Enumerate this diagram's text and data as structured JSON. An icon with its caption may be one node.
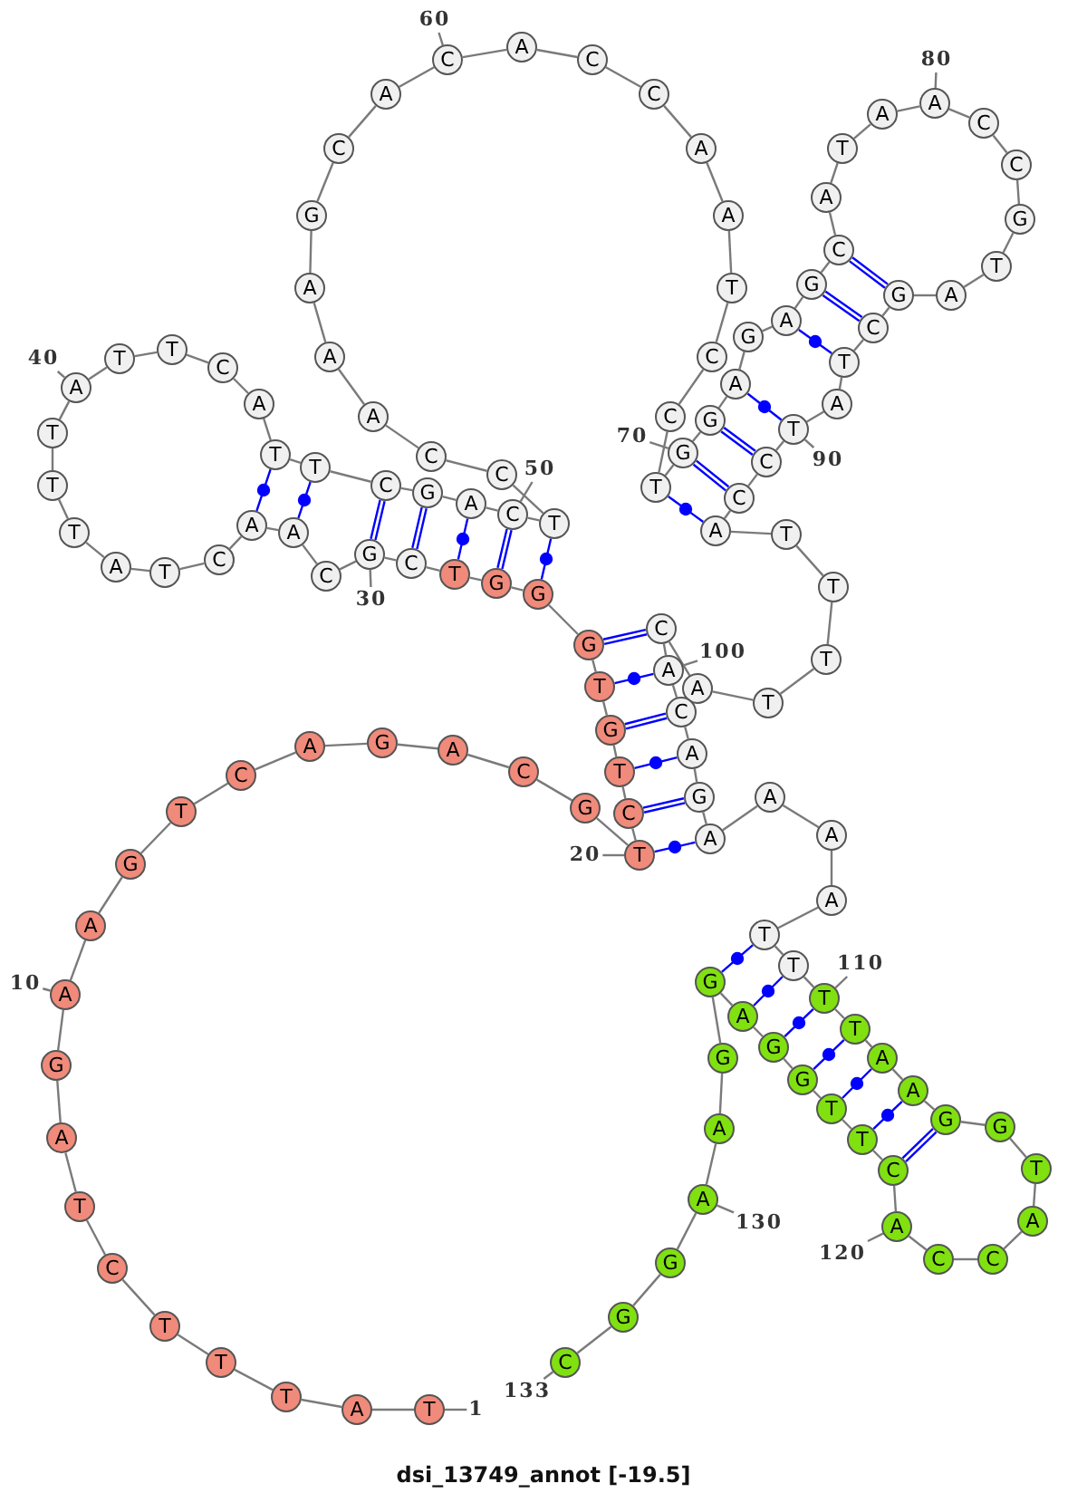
{
  "diagram": {
    "caption": "dsi_13749_annot [-19.5]",
    "nodes": [
      {
        "text": [
          "T"
        ]
      },
      {
        "text": [
          "A"
        ]
      },
      {
        "text": [
          "T"
        ]
      },
      {
        "text": [
          "T"
        ]
      },
      {
        "text": [
          "T"
        ]
      },
      {
        "text": [
          "C"
        ]
      },
      {
        "text": [
          "T"
        ]
      },
      {
        "text": [
          "A"
        ]
      },
      {
        "text": [
          "G"
        ]
      },
      {
        "text": [
          "A"
        ]
      },
      {
        "text": [
          "A"
        ]
      },
      {
        "text": [
          "G"
        ]
      },
      {
        "text": [
          "T"
        ]
      },
      {
        "text": [
          "C"
        ]
      },
      {
        "text": [
          "A"
        ]
      },
      {
        "text": [
          "G"
        ]
      },
      {
        "text": [
          "A"
        ]
      },
      {
        "text": [
          "C"
        ]
      },
      {
        "text": [
          "G"
        ]
      },
      {
        "text": [
          "T"
        ]
      },
      {
        "text": [
          "C"
        ]
      },
      {
        "text": [
          "T"
        ]
      },
      {
        "text": [
          "G"
        ]
      },
      {
        "text": [
          "T"
        ]
      },
      {
        "text": [
          "G"
        ]
      },
      {
        "text": [
          "G"
        ]
      },
      {
        "text": [
          "G"
        ]
      },
      {
        "text": [
          "T"
        ]
      },
      {
        "text": [
          "C"
        ]
      },
      {
        "text": [
          "G"
        ]
      },
      {
        "text": [
          "C"
        ]
      },
      {
        "text": [
          "A"
        ]
      },
      {
        "text": [
          "A"
        ]
      },
      {
        "text": [
          "C"
        ]
      },
      {
        "text": [
          "T"
        ]
      },
      {
        "text": [
          "A"
        ]
      },
      {
        "text": [
          "T"
        ]
      },
      {
        "text": [
          "T"
        ]
      },
      {
        "text": [
          "T"
        ]
      },
      {
        "text": [
          "A"
        ]
      },
      {
        "text": [
          "T"
        ]
      },
      {
        "text": [
          "T"
        ]
      },
      {
        "text": [
          "C"
        ]
      },
      {
        "text": [
          "A"
        ]
      },
      {
        "text": [
          "T"
        ]
      },
      {
        "text": [
          "T"
        ]
      },
      {
        "text": [
          "C"
        ]
      },
      {
        "text": [
          "G"
        ]
      },
      {
        "text": [
          "A"
        ]
      },
      {
        "text": [
          "C"
        ]
      },
      {
        "text": [
          "T"
        ]
      },
      {
        "text": [
          "C"
        ]
      },
      {
        "text": [
          "C"
        ]
      },
      {
        "text": [
          "A"
        ]
      },
      {
        "text": [
          "A"
        ]
      },
      {
        "text": [
          "A"
        ]
      },
      {
        "text": [
          "G"
        ]
      },
      {
        "text": [
          "C"
        ]
      },
      {
        "text": [
          "A"
        ]
      },
      {
        "text": [
          "C"
        ]
      },
      {
        "text": [
          "A"
        ]
      },
      {
        "text": [
          "C"
        ]
      },
      {
        "text": [
          "C"
        ]
      },
      {
        "text": [
          "A"
        ]
      },
      {
        "text": [
          "A"
        ]
      },
      {
        "text": [
          "T"
        ]
      },
      {
        "text": [
          "C"
        ]
      },
      {
        "text": [
          "C"
        ]
      },
      {
        "text": [
          "T"
        ]
      },
      {
        "text": [
          "G"
        ]
      },
      {
        "text": [
          "G"
        ]
      },
      {
        "text": [
          "A"
        ]
      },
      {
        "text": [
          "G"
        ]
      },
      {
        "text": [
          "A"
        ]
      },
      {
        "text": [
          "G"
        ]
      },
      {
        "text": [
          "C"
        ]
      },
      {
        "text": [
          "A"
        ]
      },
      {
        "text": [
          "T"
        ]
      },
      {
        "text": [
          "A"
        ]
      },
      {
        "text": [
          "A"
        ]
      },
      {
        "text": [
          "C"
        ]
      },
      {
        "text": [
          "C"
        ]
      },
      {
        "text": [
          "G"
        ]
      },
      {
        "text": [
          "T"
        ]
      },
      {
        "text": [
          "A"
        ]
      },
      {
        "text": [
          "G"
        ]
      },
      {
        "text": [
          "C"
        ]
      },
      {
        "text": [
          "T"
        ]
      },
      {
        "text": [
          "A"
        ]
      },
      {
        "text": [
          "T"
        ]
      },
      {
        "text": [
          "C"
        ]
      },
      {
        "text": [
          "C"
        ]
      },
      {
        "text": [
          "A"
        ]
      },
      {
        "text": [
          "T"
        ]
      },
      {
        "text": [
          "T"
        ]
      },
      {
        "text": [
          "T"
        ]
      },
      {
        "text": [
          "T"
        ]
      },
      {
        "text": [
          "A"
        ]
      },
      {
        "text": [
          "C"
        ]
      },
      {
        "text": [
          "A"
        ]
      },
      {
        "text": [
          "C"
        ]
      },
      {
        "text": [
          "A"
        ]
      },
      {
        "text": [
          "G"
        ]
      },
      {
        "text": [
          "A"
        ]
      },
      {
        "text": [
          "A"
        ]
      },
      {
        "text": [
          "A"
        ]
      },
      {
        "text": [
          "A"
        ]
      },
      {
        "text": [
          "T"
        ]
      },
      {
        "text": [
          "T"
        ]
      },
      {
        "text": [
          "T"
        ]
      },
      {
        "text": [
          "T"
        ]
      },
      {
        "text": [
          "A"
        ]
      },
      {
        "text": [
          "A"
        ]
      },
      {
        "text": [
          "G"
        ]
      },
      {
        "text": [
          "G"
        ]
      },
      {
        "text": [
          "T"
        ]
      },
      {
        "text": [
          "A"
        ]
      },
      {
        "text": [
          "C"
        ]
      },
      {
        "text": [
          "C"
        ]
      },
      {
        "text": [
          "A"
        ]
      },
      {
        "text": [
          "C"
        ]
      },
      {
        "text": [
          "T"
        ]
      },
      {
        "text": [
          "T"
        ]
      },
      {
        "text": [
          "G"
        ]
      },
      {
        "text": [
          "G"
        ]
      },
      {
        "text": [
          "A"
        ]
      },
      {
        "text": [
          "G"
        ]
      },
      {
        "text": [
          "G"
        ]
      },
      {
        "text": [
          "A"
        ]
      },
      {
        "text": [
          "A"
        ]
      },
      {
        "text": [
          "G"
        ]
      },
      {
        "text": [
          "G"
        ]
      },
      {
        "text": [
          "C"
        ]
      },
      {
        "text": [
          "1"
        ]
      },
      {
        "text": [
          "10"
        ]
      },
      {
        "text": [
          "20"
        ]
      },
      {
        "text": [
          "30"
        ]
      },
      {
        "text": [
          "40"
        ]
      },
      {
        "text": [
          "50"
        ]
      },
      {
        "text": [
          "60"
        ]
      },
      {
        "text": [
          "70"
        ]
      },
      {
        "text": [
          "80"
        ]
      },
      {
        "text": [
          "90"
        ]
      },
      {
        "text": [
          "100"
        ]
      },
      {
        "text": [
          "110"
        ]
      },
      {
        "text": [
          "120"
        ]
      },
      {
        "text": [
          "130"
        ]
      },
      {
        "text": [
          "133"
        ]
      }
    ],
    "edges": [
      {
        "from": 0,
        "to": 1,
        "arrow": "none"
      },
      {
        "from": 1,
        "to": 2,
        "arrow": "none"
      },
      {
        "from": 2,
        "to": 3,
        "arrow": "none"
      },
      {
        "from": 3,
        "to": 4,
        "arrow": "none"
      },
      {
        "from": 4,
        "to": 5,
        "arrow": "none"
      },
      {
        "from": 5,
        "to": 6,
        "arrow": "none"
      },
      {
        "from": 6,
        "to": 7,
        "arrow": "none"
      },
      {
        "from": 7,
        "to": 8,
        "arrow": "none"
      },
      {
        "from": 8,
        "to": 9,
        "arrow": "none"
      },
      {
        "from": 9,
        "to": 10,
        "arrow": "none"
      },
      {
        "from": 10,
        "to": 11,
        "arrow": "none"
      },
      {
        "from": 11,
        "to": 12,
        "arrow": "none"
      },
      {
        "from": 12,
        "to": 13,
        "arrow": "none"
      },
      {
        "from": 13,
        "to": 14,
        "arrow": "none"
      },
      {
        "from": 14,
        "to": 15,
        "arrow": "none"
      },
      {
        "from": 15,
        "to": 16,
        "arrow": "none"
      },
      {
        "from": 16,
        "to": 17,
        "arrow": "none"
      },
      {
        "from": 17,
        "to": 18,
        "arrow": "none"
      },
      {
        "from": 18,
        "to": 19,
        "arrow": "none"
      },
      {
        "from": 19,
        "to": 20,
        "arrow": "none"
      },
      {
        "from": 20,
        "to": 21,
        "arrow": "none"
      },
      {
        "from": 21,
        "to": 22,
        "arrow": "none"
      },
      {
        "from": 22,
        "to": 23,
        "arrow": "none"
      },
      {
        "from": 23,
        "to": 24,
        "arrow": "none"
      },
      {
        "from": 24,
        "to": 25,
        "arrow": "none"
      },
      {
        "from": 25,
        "to": 26,
        "arrow": "none"
      },
      {
        "from": 26,
        "to": 27,
        "arrow": "none"
      },
      {
        "from": 27,
        "to": 28,
        "arrow": "none"
      },
      {
        "from": 28,
        "to": 29,
        "arrow": "none"
      },
      {
        "from": 29,
        "to": 30,
        "arrow": "none"
      },
      {
        "from": 30,
        "to": 31,
        "arrow": "none"
      },
      {
        "from": 31,
        "to": 32,
        "arrow": "none"
      },
      {
        "from": 32,
        "to": 33,
        "arrow": "none"
      },
      {
        "from": 33,
        "to": 34,
        "arrow": "none"
      },
      {
        "from": 34,
        "to": 35,
        "arrow": "none"
      },
      {
        "from": 35,
        "to": 36,
        "arrow": "none"
      },
      {
        "from": 36,
        "to": 37,
        "arrow": "none"
      },
      {
        "from": 37,
        "to": 38,
        "arrow": "none"
      },
      {
        "from": 38,
        "to": 39,
        "arrow": "none"
      },
      {
        "from": 39,
        "to": 40,
        "arrow": "none"
      },
      {
        "from": 40,
        "to": 41,
        "arrow": "none"
      },
      {
        "from": 41,
        "to": 42,
        "arrow": "none"
      },
      {
        "from": 42,
        "to": 43,
        "arrow": "none"
      },
      {
        "from": 43,
        "to": 44,
        "arrow": "none"
      },
      {
        "from": 44,
        "to": 45,
        "arrow": "none"
      },
      {
        "from": 45,
        "to": 46,
        "arrow": "none"
      },
      {
        "from": 46,
        "to": 47,
        "arrow": "none"
      },
      {
        "from": 47,
        "to": 48,
        "arrow": "none"
      },
      {
        "from": 48,
        "to": 49,
        "arrow": "none"
      },
      {
        "from": 49,
        "to": 50,
        "arrow": "none"
      },
      {
        "from": 50,
        "to": 51,
        "arrow": "none"
      },
      {
        "from": 51,
        "to": 52,
        "arrow": "none"
      },
      {
        "from": 52,
        "to": 53,
        "arrow": "none"
      },
      {
        "from": 53,
        "to": 54,
        "arrow": "none"
      },
      {
        "from": 54,
        "to": 55,
        "arrow": "none"
      },
      {
        "from": 55,
        "to": 56,
        "arrow": "none"
      },
      {
        "from": 56,
        "to": 57,
        "arrow": "none"
      },
      {
        "from": 57,
        "to": 58,
        "arrow": "none"
      },
      {
        "from": 58,
        "to": 59,
        "arrow": "none"
      },
      {
        "from": 59,
        "to": 60,
        "arrow": "none"
      },
      {
        "from": 60,
        "to": 61,
        "arrow": "none"
      },
      {
        "from": 61,
        "to": 62,
        "arrow": "none"
      },
      {
        "from": 62,
        "to": 63,
        "arrow": "none"
      },
      {
        "from": 63,
        "to": 64,
        "arrow": "none"
      },
      {
        "from": 64,
        "to": 65,
        "arrow": "none"
      },
      {
        "from": 65,
        "to": 66,
        "arrow": "none"
      },
      {
        "from": 66,
        "to": 67,
        "arrow": "none"
      },
      {
        "from": 67,
        "to": 68,
        "arrow": "none"
      },
      {
        "from": 68,
        "to": 69,
        "arrow": "none"
      },
      {
        "from": 69,
        "to": 70,
        "arrow": "none"
      },
      {
        "from": 70,
        "to": 71,
        "arrow": "none"
      },
      {
        "from": 71,
        "to": 72,
        "arrow": "none"
      },
      {
        "from": 72,
        "to": 73,
        "arrow": "none"
      },
      {
        "from": 73,
        "to": 74,
        "arrow": "none"
      },
      {
        "from": 74,
        "to": 75,
        "arrow": "none"
      },
      {
        "from": 75,
        "to": 76,
        "arrow": "none"
      },
      {
        "from": 76,
        "to": 77,
        "arrow": "none"
      },
      {
        "from": 77,
        "to": 78,
        "arrow": "none"
      },
      {
        "from": 78,
        "to": 79,
        "arrow": "none"
      },
      {
        "from": 79,
        "to": 80,
        "arrow": "none"
      },
      {
        "from": 80,
        "to": 81,
        "arrow": "none"
      },
      {
        "from": 81,
        "to": 82,
        "arrow": "none"
      },
      {
        "from": 82,
        "to": 83,
        "arrow": "none"
      },
      {
        "from": 83,
        "to": 84,
        "arrow": "none"
      },
      {
        "from": 84,
        "to": 85,
        "arrow": "none"
      },
      {
        "from": 85,
        "to": 86,
        "arrow": "none"
      },
      {
        "from": 86,
        "to": 87,
        "arrow": "none"
      },
      {
        "from": 87,
        "to": 88,
        "arrow": "none"
      },
      {
        "from": 88,
        "to": 89,
        "arrow": "none"
      },
      {
        "from": 89,
        "to": 90,
        "arrow": "none"
      },
      {
        "from": 90,
        "to": 91,
        "arrow": "none"
      },
      {
        "from": 91,
        "to": 92,
        "arrow": "none"
      },
      {
        "from": 92,
        "to": 93,
        "arrow": "none"
      },
      {
        "from": 93,
        "to": 94,
        "arrow": "none"
      },
      {
        "from": 94,
        "to": 95,
        "arrow": "none"
      },
      {
        "from": 95,
        "to": 96,
        "arrow": "none"
      },
      {
        "from": 96,
        "to": 97,
        "arrow": "none"
      },
      {
        "from": 97,
        "to": 98,
        "arrow": "none"
      },
      {
        "from": 98,
        "to": 99,
        "arrow": "none"
      },
      {
        "from": 99,
        "to": 100,
        "arrow": "none"
      },
      {
        "from": 100,
        "to": 101,
        "arrow": "none"
      },
      {
        "from": 101,
        "to": 102,
        "arrow": "none"
      },
      {
        "from": 102,
        "to": 103,
        "arrow": "none"
      },
      {
        "from": 103,
        "to": 104,
        "arrow": "none"
      },
      {
        "from": 104,
        "to": 105,
        "arrow": "none"
      },
      {
        "from": 105,
        "to": 106,
        "arrow": "none"
      },
      {
        "from": 106,
        "to": 107,
        "arrow": "none"
      },
      {
        "from": 107,
        "to": 108,
        "arrow": "none"
      },
      {
        "from": 108,
        "to": 109,
        "arrow": "none"
      },
      {
        "from": 109,
        "to": 110,
        "arrow": "none"
      },
      {
        "from": 110,
        "to": 111,
        "arrow": "none"
      },
      {
        "from": 111,
        "to": 112,
        "arrow": "none"
      },
      {
        "from": 112,
        "to": 113,
        "arrow": "none"
      },
      {
        "from": 113,
        "to": 114,
        "arrow": "none"
      },
      {
        "from": 114,
        "to": 115,
        "arrow": "none"
      },
      {
        "from": 115,
        "to": 116,
        "arrow": "none"
      },
      {
        "from": 116,
        "to": 117,
        "arrow": "none"
      },
      {
        "from": 117,
        "to": 118,
        "arrow": "none"
      },
      {
        "from": 118,
        "to": 119,
        "arrow": "none"
      },
      {
        "from": 119,
        "to": 120,
        "arrow": "none"
      },
      {
        "from": 120,
        "to": 121,
        "arrow": "none"
      },
      {
        "from": 121,
        "to": 122,
        "arrow": "none"
      },
      {
        "from": 122,
        "to": 123,
        "arrow": "none"
      },
      {
        "from": 123,
        "to": 124,
        "arrow": "none"
      },
      {
        "from": 124,
        "to": 125,
        "arrow": "none"
      },
      {
        "from": 125,
        "to": 126,
        "arrow": "none"
      },
      {
        "from": 126,
        "to": 127,
        "arrow": "none"
      },
      {
        "from": 127,
        "to": 128,
        "arrow": "none"
      },
      {
        "from": 128,
        "to": 129,
        "arrow": "none"
      },
      {
        "from": 129,
        "to": 130,
        "arrow": "none"
      },
      {
        "from": 130,
        "to": 131,
        "arrow": "none"
      },
      {
        "from": 131,
        "to": 132,
        "arrow": "none"
      },
      {
        "from": 19,
        "to": 103,
        "arrow": "none",
        "color": "#0000ff"
      },
      {
        "from": 20,
        "to": 102,
        "arrow": "none",
        "style": "thick",
        "color": "#0000ff"
      },
      {
        "from": 21,
        "to": 101,
        "arrow": "none",
        "color": "#0000ff"
      },
      {
        "from": 22,
        "to": 100,
        "arrow": "none",
        "style": "thick",
        "color": "#0000ff"
      },
      {
        "from": 23,
        "to": 99,
        "arrow": "none",
        "color": "#0000ff"
      },
      {
        "from": 24,
        "to": 98,
        "arrow": "none",
        "style": "thick",
        "color": "#0000ff"
      },
      {
        "from": 25,
        "to": 50,
        "arrow": "none",
        "color": "#0000ff"
      },
      {
        "from": 26,
        "to": 49,
        "arrow": "none",
        "style": "thick",
        "color": "#0000ff"
      },
      {
        "from": 27,
        "to": 48,
        "arrow": "none",
        "color": "#0000ff"
      },
      {
        "from": 28,
        "to": 47,
        "arrow": "none",
        "style": "thick",
        "color": "#0000ff"
      },
      {
        "from": 29,
        "to": 46,
        "arrow": "none",
        "style": "thick",
        "color": "#0000ff"
      },
      {
        "from": 31,
        "to": 45,
        "arrow": "none",
        "color": "#0000ff"
      },
      {
        "from": 32,
        "to": 44,
        "arrow": "none",
        "color": "#0000ff"
      },
      {
        "from": 68,
        "to": 92,
        "arrow": "none",
        "color": "#0000ff"
      },
      {
        "from": 69,
        "to": 91,
        "arrow": "none",
        "style": "thick",
        "color": "#0000ff"
      },
      {
        "from": 70,
        "to": 90,
        "arrow": "none",
        "style": "thick",
        "color": "#0000ff"
      },
      {
        "from": 71,
        "to": 89,
        "arrow": "none",
        "color": "#0000ff"
      },
      {
        "from": 73,
        "to": 87,
        "arrow": "none",
        "color": "#0000ff"
      },
      {
        "from": 74,
        "to": 86,
        "arrow": "none",
        "style": "thick",
        "color": "#0000ff"
      },
      {
        "from": 75,
        "to": 85,
        "arrow": "none",
        "style": "thick",
        "color": "#0000ff"
      },
      {
        "from": 107,
        "to": 126,
        "arrow": "none",
        "color": "#0000ff"
      },
      {
        "from": 108,
        "to": 125,
        "arrow": "none",
        "color": "#0000ff"
      },
      {
        "from": 109,
        "to": 124,
        "arrow": "none",
        "color": "#0000ff"
      },
      {
        "from": 110,
        "to": 123,
        "arrow": "none",
        "color": "#0000ff"
      },
      {
        "from": 111,
        "to": 122,
        "arrow": "none",
        "color": "#0000ff"
      },
      {
        "from": 112,
        "to": 121,
        "arrow": "none",
        "color": "#0000ff"
      },
      {
        "from": 113,
        "to": 120,
        "arrow": "none",
        "style": "thick",
        "color": "#0000ff"
      },
      {
        "from": 133,
        "to": 0,
        "arrow": "none"
      },
      {
        "from": 134,
        "to": 9,
        "arrow": "none"
      },
      {
        "from": 135,
        "to": 19,
        "arrow": "none"
      },
      {
        "from": 136,
        "to": 29,
        "arrow": "none"
      },
      {
        "from": 137,
        "to": 39,
        "arrow": "none"
      },
      {
        "from": 138,
        "to": 49,
        "arrow": "none"
      },
      {
        "from": 139,
        "to": 59,
        "arrow": "none"
      },
      {
        "from": 140,
        "to": 69,
        "arrow": "none"
      },
      {
        "from": 141,
        "to": 79,
        "arrow": "none"
      },
      {
        "from": 142,
        "to": 89,
        "arrow": "none"
      },
      {
        "from": 143,
        "to": 99,
        "arrow": "none"
      },
      {
        "from": 144,
        "to": 109,
        "arrow": "none"
      },
      {
        "from": 145,
        "to": 119,
        "arrow": "none"
      },
      {
        "from": 146,
        "to": 129,
        "arrow": "none"
      },
      {
        "from": 147,
        "to": 132,
        "arrow": "none"
      }
    ]
  }
}
